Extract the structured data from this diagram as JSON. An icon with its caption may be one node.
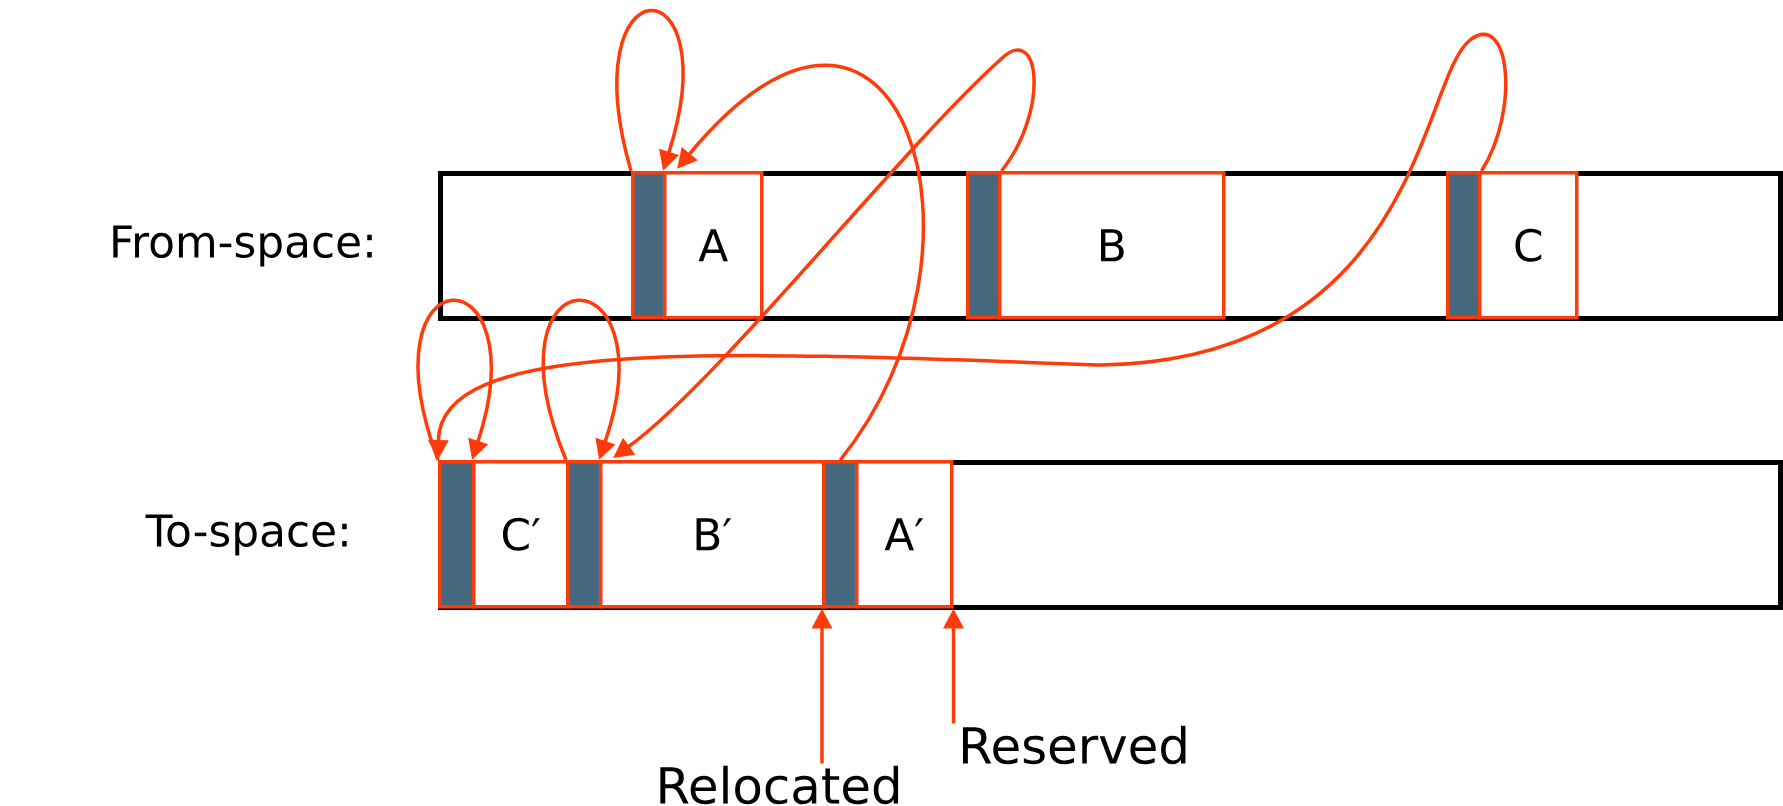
{
  "diagram": {
    "nodes": [
      {
        "text": [
          "From-space:"
        ]
      },
      {
        "text": [],
        "shape": "bar",
        "in": 0
      },
      {
        "text": [
          "A"
        ],
        "in": 0
      },
      {
        "text": [],
        "shape": "bar",
        "in": 0
      },
      {
        "text": [
          "B"
        ],
        "in": 0
      },
      {
        "text": [],
        "shape": "bar",
        "in": 0
      },
      {
        "text": [
          "C"
        ],
        "in": 0
      },
      {
        "text": [
          "To-space:"
        ]
      },
      {
        "text": [],
        "shape": "bar",
        "in": 7
      },
      {
        "text": [
          "C′"
        ],
        "in": 7
      },
      {
        "text": [],
        "shape": "bar",
        "in": 7
      },
      {
        "text": [
          "B′"
        ],
        "in": 7
      },
      {
        "text": [],
        "shape": "bar",
        "in": 7
      },
      {
        "text": [
          "A′"
        ],
        "in": 7
      },
      {
        "text": [
          "Relocated"
        ]
      },
      {
        "text": [
          "Reserved"
        ]
      }
    ],
    "edges": [
      {
        "from": 1,
        "to": 2,
        "arrow": "to"
      },
      {
        "from": 12,
        "to": 2,
        "arrow": "to"
      },
      {
        "from": 3,
        "to": 11,
        "arrow": "to"
      },
      {
        "from": 10,
        "to": 11,
        "arrow": "to"
      },
      {
        "from": 5,
        "to": 8,
        "arrow": "to"
      },
      {
        "from": 8,
        "to": 9,
        "arrow": "to"
      },
      {
        "from": 14,
        "to": 12,
        "arrow": "to"
      },
      {
        "from": 15,
        "to": 13,
        "arrow": "to"
      }
    ]
  }
}
